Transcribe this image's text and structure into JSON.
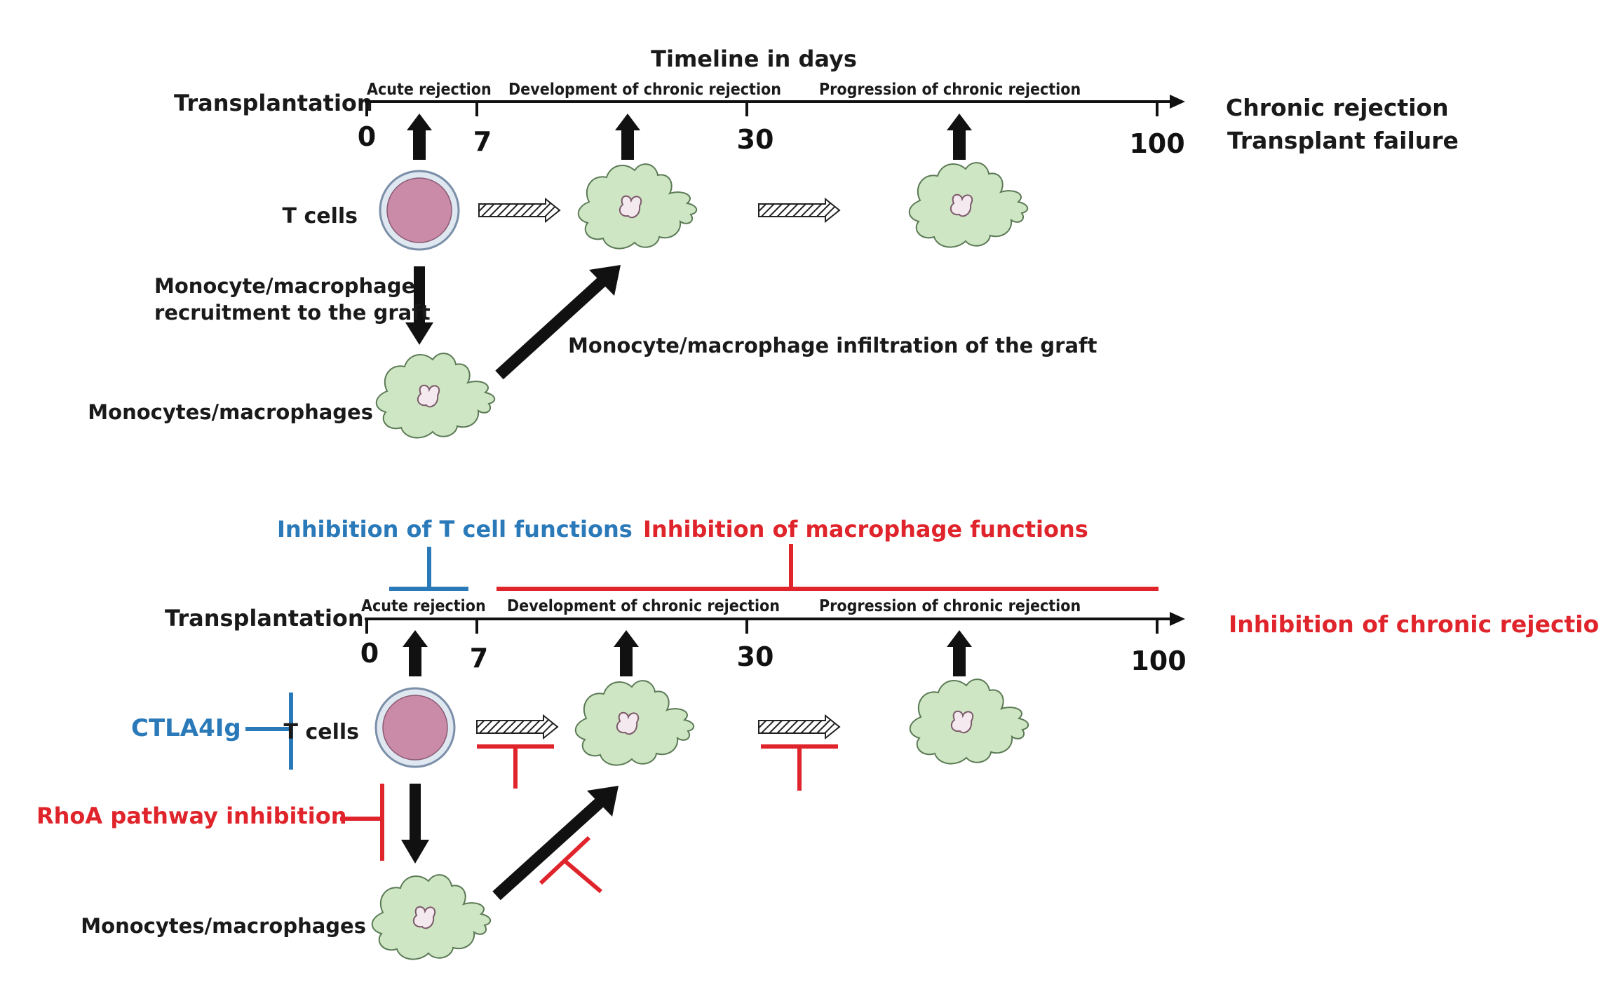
{
  "top": {
    "header": "Timeline in days",
    "left_label": "Transplantation",
    "phases": [
      "Acute rejection",
      "Development of chronic rejection",
      "Progression of chronic rejection"
    ],
    "ticks": [
      "0",
      "7",
      "30",
      "100"
    ],
    "outcome": [
      "Chronic rejection",
      "Transplant failure"
    ],
    "t_cells": "T cells",
    "recruitment": [
      "Monocyte/macrophage",
      "recruitment to the graft"
    ],
    "infiltration": "Monocyte/macrophage infiltration of the graft",
    "monocytes": "Monocytes/macrophages"
  },
  "bottom": {
    "inhib_t": "Inhibition of T cell functions",
    "inhib_mac": "Inhibition of macrophage functions",
    "left_label": "Transplantation",
    "phases": [
      "Acute rejection",
      "Development of chronic rejection",
      "Progression of chronic rejection"
    ],
    "ticks": [
      "0",
      "7",
      "30",
      "100"
    ],
    "outcome": "Inhibition of chronic rejection",
    "ctla4ig": "CTLA4Ig",
    "t_cells": "T cells",
    "rhoa": "RhoA pathway inhibition",
    "monocytes": "Monocytes/macrophages"
  },
  "colors": {
    "blue": "#2a79b9",
    "red": "#e0242b",
    "cell_green": "#cfe6c4",
    "t_cell": "#c98ba8"
  }
}
